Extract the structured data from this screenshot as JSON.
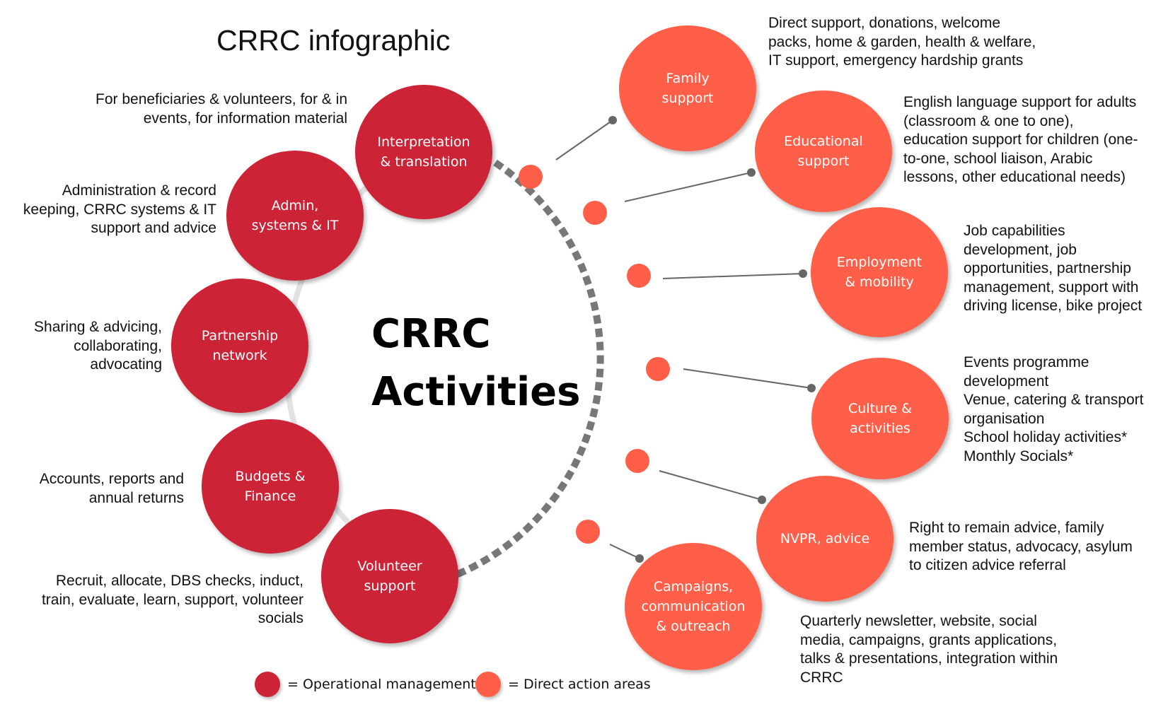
{
  "title": "CRRC infographic",
  "center": {
    "line1": "CRRC",
    "line2": "Activities"
  },
  "colors": {
    "operational": "#cc2336",
    "direct": "#ff5f48",
    "ring": "#e2e2e2",
    "dash": "#777777",
    "connector": "#666666"
  },
  "operational": [
    {
      "label": "Interpretation\n& translation",
      "desc": "For beneficiaries & volunteers, for & in\nevents, for information material"
    },
    {
      "label": "Admin,\nsystems  & IT",
      "desc": "Administration & record\nkeeping, CRRC systems & IT\nsupport and advice"
    },
    {
      "label": "Partnership\nnetwork",
      "desc": "Sharing & advicing,\ncollaborating,\nadvocating"
    },
    {
      "label": "Budgets &\nFinance",
      "desc": "Accounts, reports and\nannual returns"
    },
    {
      "label": "Volunteer\nsupport",
      "desc": "Recruit, allocate, DBS checks, induct,\ntrain, evaluate, learn, support, volunteer\nsocials"
    }
  ],
  "direct": [
    {
      "label": "Family\nsupport",
      "desc": "Direct support, donations, welcome\npacks, home & garden, health & welfare,\nIT support, emergency hardship grants"
    },
    {
      "label": "Educational\nsupport",
      "desc": "English language support for adults\n(classroom & one to one),\neducation support for children (one-\nto-one, school liaison, Arabic\nlessons, other educational needs)"
    },
    {
      "label": "Employment\n& mobility",
      "desc": "Job capabilities\ndevelopment, job\nopportunities, partnership\nmanagement, support with\ndriving license, bike project"
    },
    {
      "label": "Culture &\nactivities",
      "desc": "Events programme\ndevelopment\nVenue, catering & transport\norganisation\nSchool holiday activities*\nMonthly Socials*"
    },
    {
      "label": "NVPR, advice",
      "desc": "Right to remain advice, family\nmember status, advocacy, asylum\nto citizen advice referral"
    },
    {
      "label": "Campaigns,\ncommunication\n& outreach",
      "desc": "Quarterly newsletter, website, social\nmedia, campaigns, grants applications,\ntalks & presentations, integration within\nCRRC"
    }
  ],
  "legend": {
    "operational": "= Operational management",
    "direct": "= Direct action areas"
  }
}
